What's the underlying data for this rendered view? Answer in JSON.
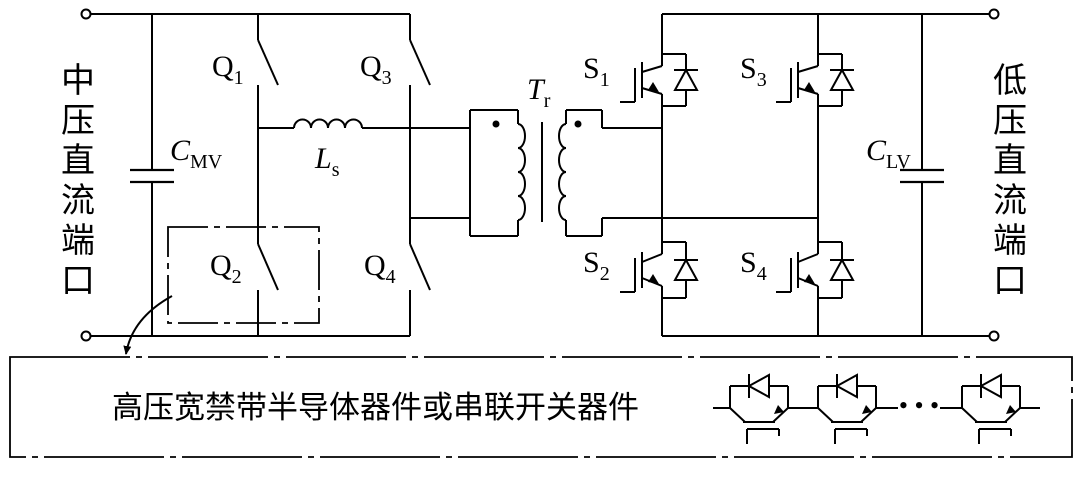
{
  "ports": {
    "mv": [
      "中",
      "压",
      "直",
      "流",
      "端",
      "口"
    ],
    "lv": [
      "低",
      "压",
      "直",
      "流",
      "端",
      "口"
    ]
  },
  "switches_mv": {
    "q1": {
      "base": "Q",
      "sub": "1"
    },
    "q2": {
      "base": "Q",
      "sub": "2"
    },
    "q3": {
      "base": "Q",
      "sub": "3"
    },
    "q4": {
      "base": "Q",
      "sub": "4"
    }
  },
  "switches_lv": {
    "s1": {
      "base": "S",
      "sub": "1"
    },
    "s2": {
      "base": "S",
      "sub": "2"
    },
    "s3": {
      "base": "S",
      "sub": "3"
    },
    "s4": {
      "base": "S",
      "sub": "4"
    }
  },
  "components": {
    "cmv": {
      "base": "C",
      "sub": "MV"
    },
    "clv": {
      "base": "C",
      "sub": "LV"
    },
    "ls": {
      "base": "L",
      "sub": "s"
    },
    "tr": {
      "base": "T",
      "sub": "r"
    }
  },
  "legend": {
    "caption": "高压宽禁带半导体器件或串联开关器件",
    "ellipsis": "• • •"
  }
}
